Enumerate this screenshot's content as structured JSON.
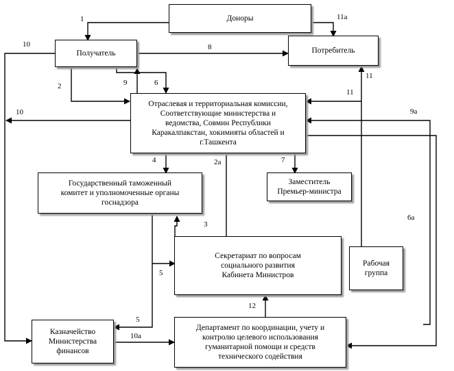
{
  "nodes": {
    "donors": "Доноры",
    "recipient": "Получатель",
    "consumer": "Потребитель",
    "commissions": "Отраслевая и территориальная комиссии,\nСоответствующие министерства и\nведомства, Совмин Республики\nКаракалпакстан, хокимияты областей и\nг.Ташкента",
    "customs": "Государственный таможенный\nкомитет и уполномоченные органы\nгоснадзора",
    "deputy": "Заместитель\nПремьер-министра",
    "secretariat": "Секретариат по вопросам\nсоциального развития\nКабинета Министров",
    "workgroup": "Рабочая\nгруппа",
    "treasury": "Казначейство\nМинистерства\nфинансов",
    "department": "Департамент по координации, учету и\nконтролю целевого использования\nгуманитарной помощи и средств\nтехнического содействия"
  },
  "edges": {
    "e1": "1",
    "e11a": "11а",
    "e10_top": "10",
    "e8": "8",
    "e2": "2",
    "e9": "9",
    "e6": "6",
    "e11_vertical": "11",
    "e11_horizontal": "11",
    "e10_mid": "10",
    "e9a": "9а",
    "e4": "4",
    "e2a": "2а",
    "e7": "7",
    "e3": "3",
    "e6a": "6а",
    "e5_upper": "5",
    "e5_lower": "5",
    "e12": "12",
    "e10a": "10а"
  }
}
